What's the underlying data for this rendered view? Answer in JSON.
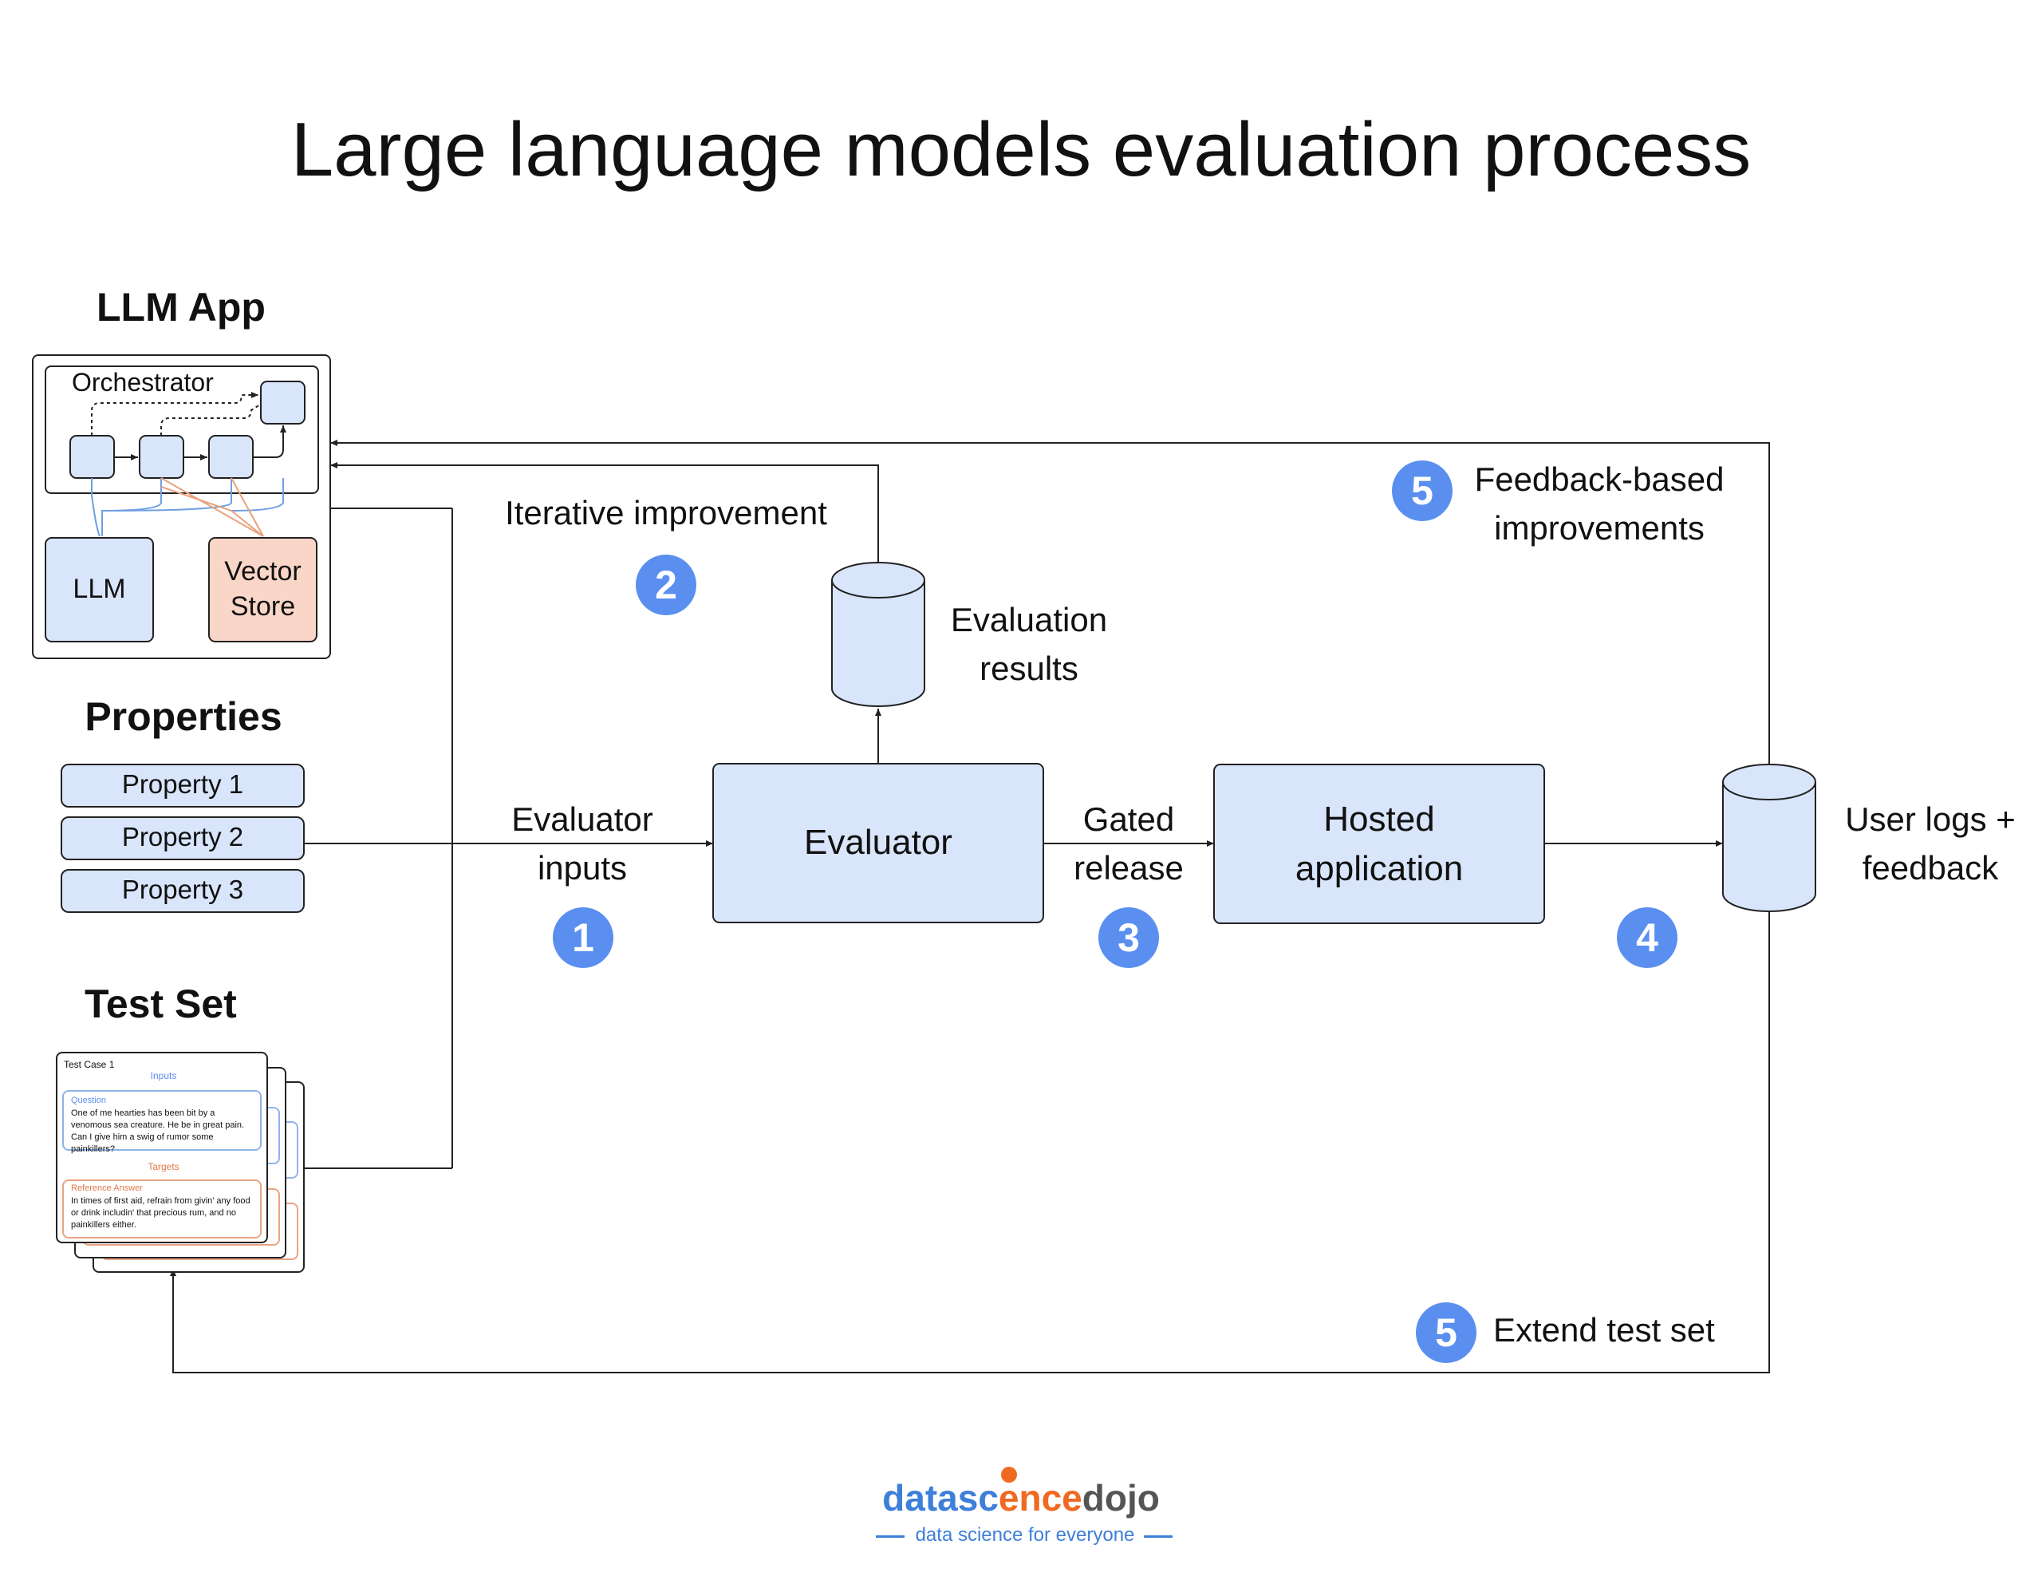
{
  "title": "Large language models evaluation process",
  "llm_app": {
    "heading": "LLM App",
    "orchestrator_label": "Orchestrator",
    "llm_label": "LLM",
    "vector_store_line1": "Vector",
    "vector_store_line2": "Store"
  },
  "properties": {
    "heading": "Properties",
    "items": [
      "Property 1",
      "Property 2",
      "Property 3"
    ]
  },
  "test_set": {
    "heading": "Test Set",
    "card_title": "Test Case 1",
    "inputs_label": "Inputs",
    "question_label": "Question",
    "question_text": "One of me hearties has been bit by a venomous sea creature. He be in great pain. Can I give him a swig of rumor some painkillers?",
    "targets_label": "Targets",
    "reference_label": "Reference Answer",
    "reference_text": "In times of first aid, refrain from givin' any food or drink includin' that precious rum, and no painkillers either."
  },
  "flow": {
    "evaluator_inputs_line1": "Evaluator",
    "evaluator_inputs_line2": "inputs",
    "iterative_improvement": "Iterative improvement",
    "evaluation_results_line1": "Evaluation",
    "evaluation_results_line2": "results",
    "evaluator": "Evaluator",
    "gated_release_line1": "Gated",
    "gated_release_line2": "release",
    "hosted_line1": "Hosted",
    "hosted_line2": "application",
    "user_logs_line1": "User logs +",
    "user_logs_line2": "feedback",
    "feedback_line1": "Feedback-based",
    "feedback_line2": "improvements",
    "extend_test_set": "Extend test set"
  },
  "steps": {
    "one": "1",
    "two": "2",
    "three": "3",
    "four": "4",
    "five_a": "5",
    "five_b": "5"
  },
  "logo": {
    "brand_part1": "datasc",
    "brand_part2": "ence",
    "brand_part3": "dojo",
    "tagline": "data science for everyone"
  },
  "colors": {
    "box_fill": "#d9e5fb",
    "vector_store_fill": "#f9d6c7",
    "badge": "#5a8ff0",
    "stroke": "#222222",
    "logo_blue": "#3d7fd9",
    "logo_orange": "#ef6a21",
    "logo_grey": "#555555"
  }
}
